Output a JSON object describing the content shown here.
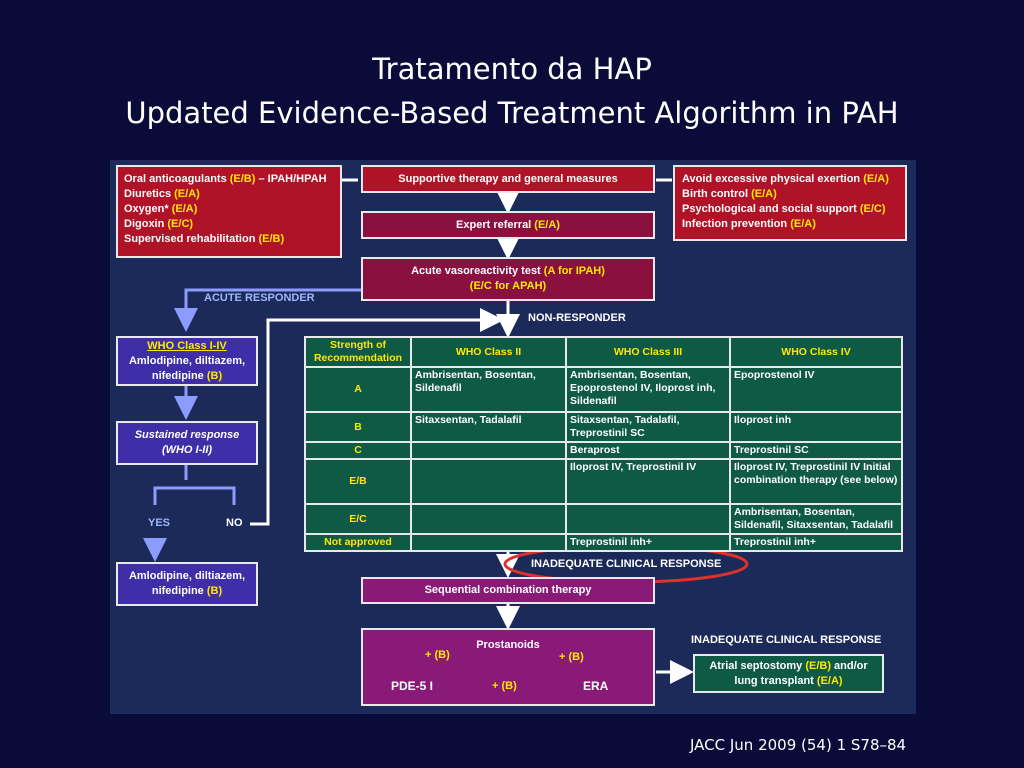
{
  "title_line1": "Tratamento da HAP",
  "title_line2": "Updated Evidence-Based Treatment Algorithm in PAH",
  "source": "JACC Jun 2009 (54) 1 S78–84",
  "left_box": {
    "l1a": "Oral anticoagulants ",
    "l1g": "(E/B)",
    "l1b": " – IPAH/HPAH",
    "l2a": "Diuretics ",
    "l2g": "(E/A)",
    "l3a": "Oxygen* ",
    "l3g": "(E/A)",
    "l4a": "Digoxin ",
    "l4g": "(E/C)",
    "l5a": "Supervised rehabilitation ",
    "l5g": "(E/B)"
  },
  "right_box": {
    "l1a": "Avoid excessive physical exertion ",
    "l1g": "(E/A)",
    "l2a": "Birth control ",
    "l2g": "(E/A)",
    "l3a": "Psychological and social support ",
    "l3g": "(E/C)",
    "l4a": "Infection prevention ",
    "l4g": "(E/A)"
  },
  "supportive": "Supportive therapy and general measures",
  "expert_a": "Expert referral ",
  "expert_g": "(E/A)",
  "acute_a": "Acute vasoreactivity test ",
  "acute_g": "(A for IPAH)",
  "acute_line2": "(E/C for APAH)",
  "acute_responder": "ACUTE RESPONDER",
  "non_responder": "NON-RESPONDER",
  "who14_title": "WHO Class I-IV",
  "who14_line1": "Amlodipine, diltiazem,",
  "who14_line2a": "nifedipine ",
  "who14_line2g": "(B)",
  "sustained_l1": "Sustained response",
  "sustained_l2": "(WHO I-II)",
  "yes": "YES",
  "no": "NO",
  "amlo_line1": "Amlodipine, diltiazem,",
  "amlo_line2a": "nifedipine ",
  "amlo_line2g": "(B)",
  "table": {
    "headers": [
      "Strength of Recommendation",
      "WHO Class II",
      "WHO Class III",
      "WHO Class IV"
    ],
    "rows": [
      {
        "grade": "A",
        "c2": "Ambrisentan, Bosentan, Sildenafil",
        "c3": "Ambrisentan, Bosentan, Epoprostenol IV, Iloprost inh, Sildenafil",
        "c4": "Epoprostenol IV"
      },
      {
        "grade": "B",
        "c2": "Sitaxsentan, Tadalafil",
        "c3": "Sitaxsentan, Tadalafil, Treprostinil SC",
        "c4": "Iloprost inh"
      },
      {
        "grade": "C",
        "c2": "",
        "c3": "Beraprost",
        "c4": "Treprostinil SC"
      },
      {
        "grade": "E/B",
        "c2": "",
        "c3": "Iloprost IV, Treprostinil IV",
        "c4": "Iloprost IV, Treprostinil IV Initial combination therapy (see below)"
      },
      {
        "grade": "E/C",
        "c2": "",
        "c3": "",
        "c4": "Ambrisentan, Bosentan, Sildenafil, Sitaxsentan, Tadalafil"
      },
      {
        "grade": "Not approved",
        "c2": "",
        "c3": "Treprostinil inh+",
        "c4": "Treprostinil inh+"
      }
    ]
  },
  "inadequate1": "INADEQUATE CLINICAL RESPONSE",
  "sequential": "Sequential combination therapy",
  "prostanoids": "Prostanoids",
  "plus_b": "+ (B)",
  "pde5": "PDE-5 I",
  "era": "ERA",
  "inadequate2": "INADEQUATE CLINICAL RESPONSE",
  "atrial_a": "Atrial septostomy ",
  "atrial_g": "(E/B)",
  "atrial_b": " and/or",
  "atrial_l2a": "lung transplant ",
  "atrial_l2g": "(E/A)",
  "colors": {
    "background": "#0b0b3a",
    "panel": "#1c2a5a",
    "red": "#b01227",
    "maroon": "#8a1040",
    "purple": "#8a1a78",
    "blue": "#3f2ea8",
    "green": "#0f5a44",
    "highlight": "#ffe800",
    "circle": "#e0302a"
  }
}
